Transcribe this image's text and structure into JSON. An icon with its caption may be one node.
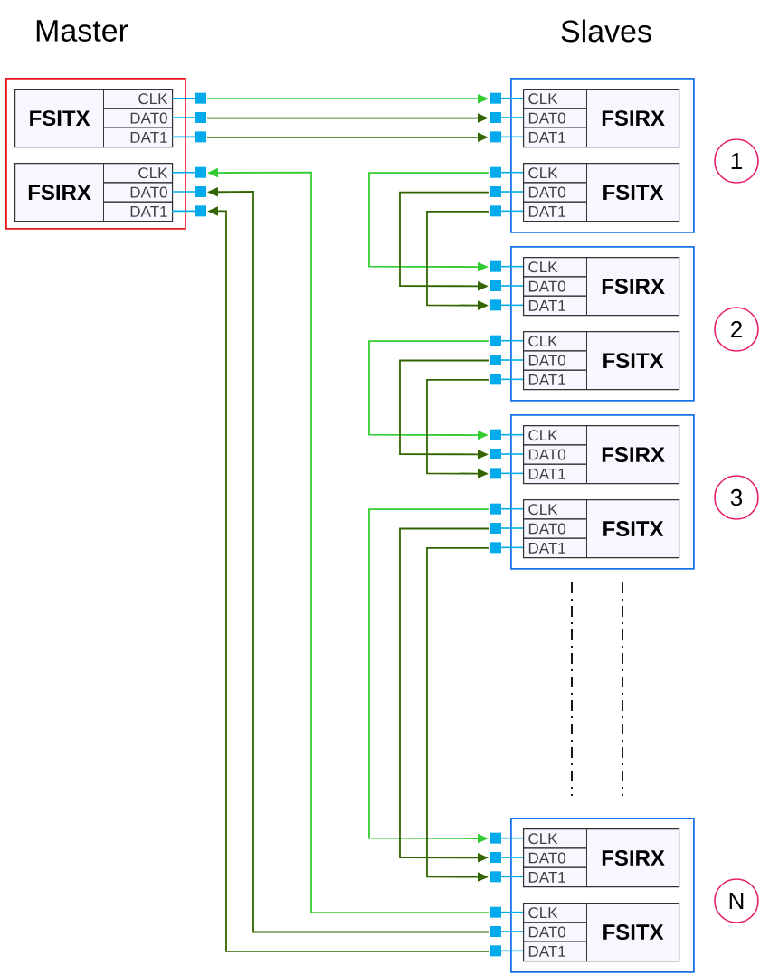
{
  "diagram": {
    "nodes": [
      {
        "text": [],
        "shape": "box"
      },
      {
        "text": [
          "FSITX"
        ],
        "in": 0
      },
      {
        "text": [
          "CLK"
        ],
        "in": 1
      },
      {
        "text": [
          "DAT0"
        ],
        "in": 1
      },
      {
        "text": [
          "DAT1"
        ],
        "in": 1
      },
      {
        "text": [
          "FSIRX"
        ],
        "in": 0
      },
      {
        "text": [
          "CLK"
        ],
        "in": 5
      },
      {
        "text": [
          "DAT0"
        ],
        "in": 5
      },
      {
        "text": [
          "DAT1"
        ],
        "in": 5
      },
      {
        "text": [],
        "shape": "box"
      },
      {
        "text": [
          "FSIRX"
        ],
        "in": 9
      },
      {
        "text": [
          "CLK"
        ],
        "in": 10
      },
      {
        "text": [
          "DAT0"
        ],
        "in": 10
      },
      {
        "text": [
          "DAT1"
        ],
        "in": 10
      },
      {
        "text": [
          "FSITX"
        ],
        "in": 9
      },
      {
        "text": [
          "CLK"
        ],
        "in": 14
      },
      {
        "text": [
          "DAT0"
        ],
        "in": 14
      },
      {
        "text": [
          "DAT1"
        ],
        "in": 14
      },
      {
        "text": [
          "1"
        ]
      },
      {
        "text": [],
        "shape": "box"
      },
      {
        "text": [
          "FSIRX"
        ],
        "in": 19
      },
      {
        "text": [
          "CLK"
        ],
        "in": 20
      },
      {
        "text": [
          "DAT0"
        ],
        "in": 20
      },
      {
        "text": [
          "DAT1"
        ],
        "in": 20
      },
      {
        "text": [
          "FSITX"
        ],
        "in": 19
      },
      {
        "text": [
          "CLK"
        ],
        "in": 24
      },
      {
        "text": [
          "DAT0"
        ],
        "in": 24
      },
      {
        "text": [
          "DAT1"
        ],
        "in": 24
      },
      {
        "text": [
          "2"
        ]
      },
      {
        "text": [],
        "shape": "box"
      },
      {
        "text": [
          "FSIRX"
        ],
        "in": 29
      },
      {
        "text": [
          "CLK"
        ],
        "in": 30
      },
      {
        "text": [
          "DAT0"
        ],
        "in": 30
      },
      {
        "text": [
          "DAT1"
        ],
        "in": 30
      },
      {
        "text": [
          "FSITX"
        ],
        "in": 29
      },
      {
        "text": [
          "CLK"
        ],
        "in": 34
      },
      {
        "text": [
          "DAT0"
        ],
        "in": 34
      },
      {
        "text": [
          "DAT1"
        ],
        "in": 34
      },
      {
        "text": [
          "3"
        ]
      },
      {
        "text": [],
        "shape": "box"
      },
      {
        "text": [
          "FSIRX"
        ],
        "in": 39
      },
      {
        "text": [
          "CLK"
        ],
        "in": 40
      },
      {
        "text": [
          "DAT0"
        ],
        "in": 40
      },
      {
        "text": [
          "DAT1"
        ],
        "in": 40
      },
      {
        "text": [
          "FSITX"
        ],
        "in": 39
      },
      {
        "text": [
          "CLK"
        ],
        "in": 44
      },
      {
        "text": [
          "DAT0"
        ],
        "in": 44
      },
      {
        "text": [
          "DAT1"
        ],
        "in": 44
      },
      {
        "text": [
          "N"
        ]
      }
    ],
    "edges": [
      {
        "from": 2,
        "to": 11,
        "arrow": "to",
        "color": "#33cc33"
      },
      {
        "from": 3,
        "to": 12,
        "arrow": "to"
      },
      {
        "from": 4,
        "to": 13,
        "arrow": "to"
      },
      {
        "from": 15,
        "to": 21,
        "arrow": "to",
        "color": "#33cc33"
      },
      {
        "from": 16,
        "to": 22,
        "arrow": "to"
      },
      {
        "from": 17,
        "to": 23,
        "arrow": "to"
      },
      {
        "from": 25,
        "to": 31,
        "arrow": "to",
        "color": "#33cc33"
      },
      {
        "from": 26,
        "to": 32,
        "arrow": "to"
      },
      {
        "from": 27,
        "to": 33,
        "arrow": "to"
      },
      {
        "from": 35,
        "to": 41,
        "arrow": "to",
        "color": "#33cc33"
      },
      {
        "from": 36,
        "to": 42,
        "arrow": "to"
      },
      {
        "from": 37,
        "to": 43,
        "arrow": "to"
      },
      {
        "from": 45,
        "to": 6,
        "arrow": "to",
        "color": "#33cc33"
      },
      {
        "from": 46,
        "to": 7,
        "arrow": "to"
      },
      {
        "from": 47,
        "to": 8,
        "arrow": "to"
      }
    ],
    "labels": [
      "Master",
      "Slaves"
    ]
  }
}
